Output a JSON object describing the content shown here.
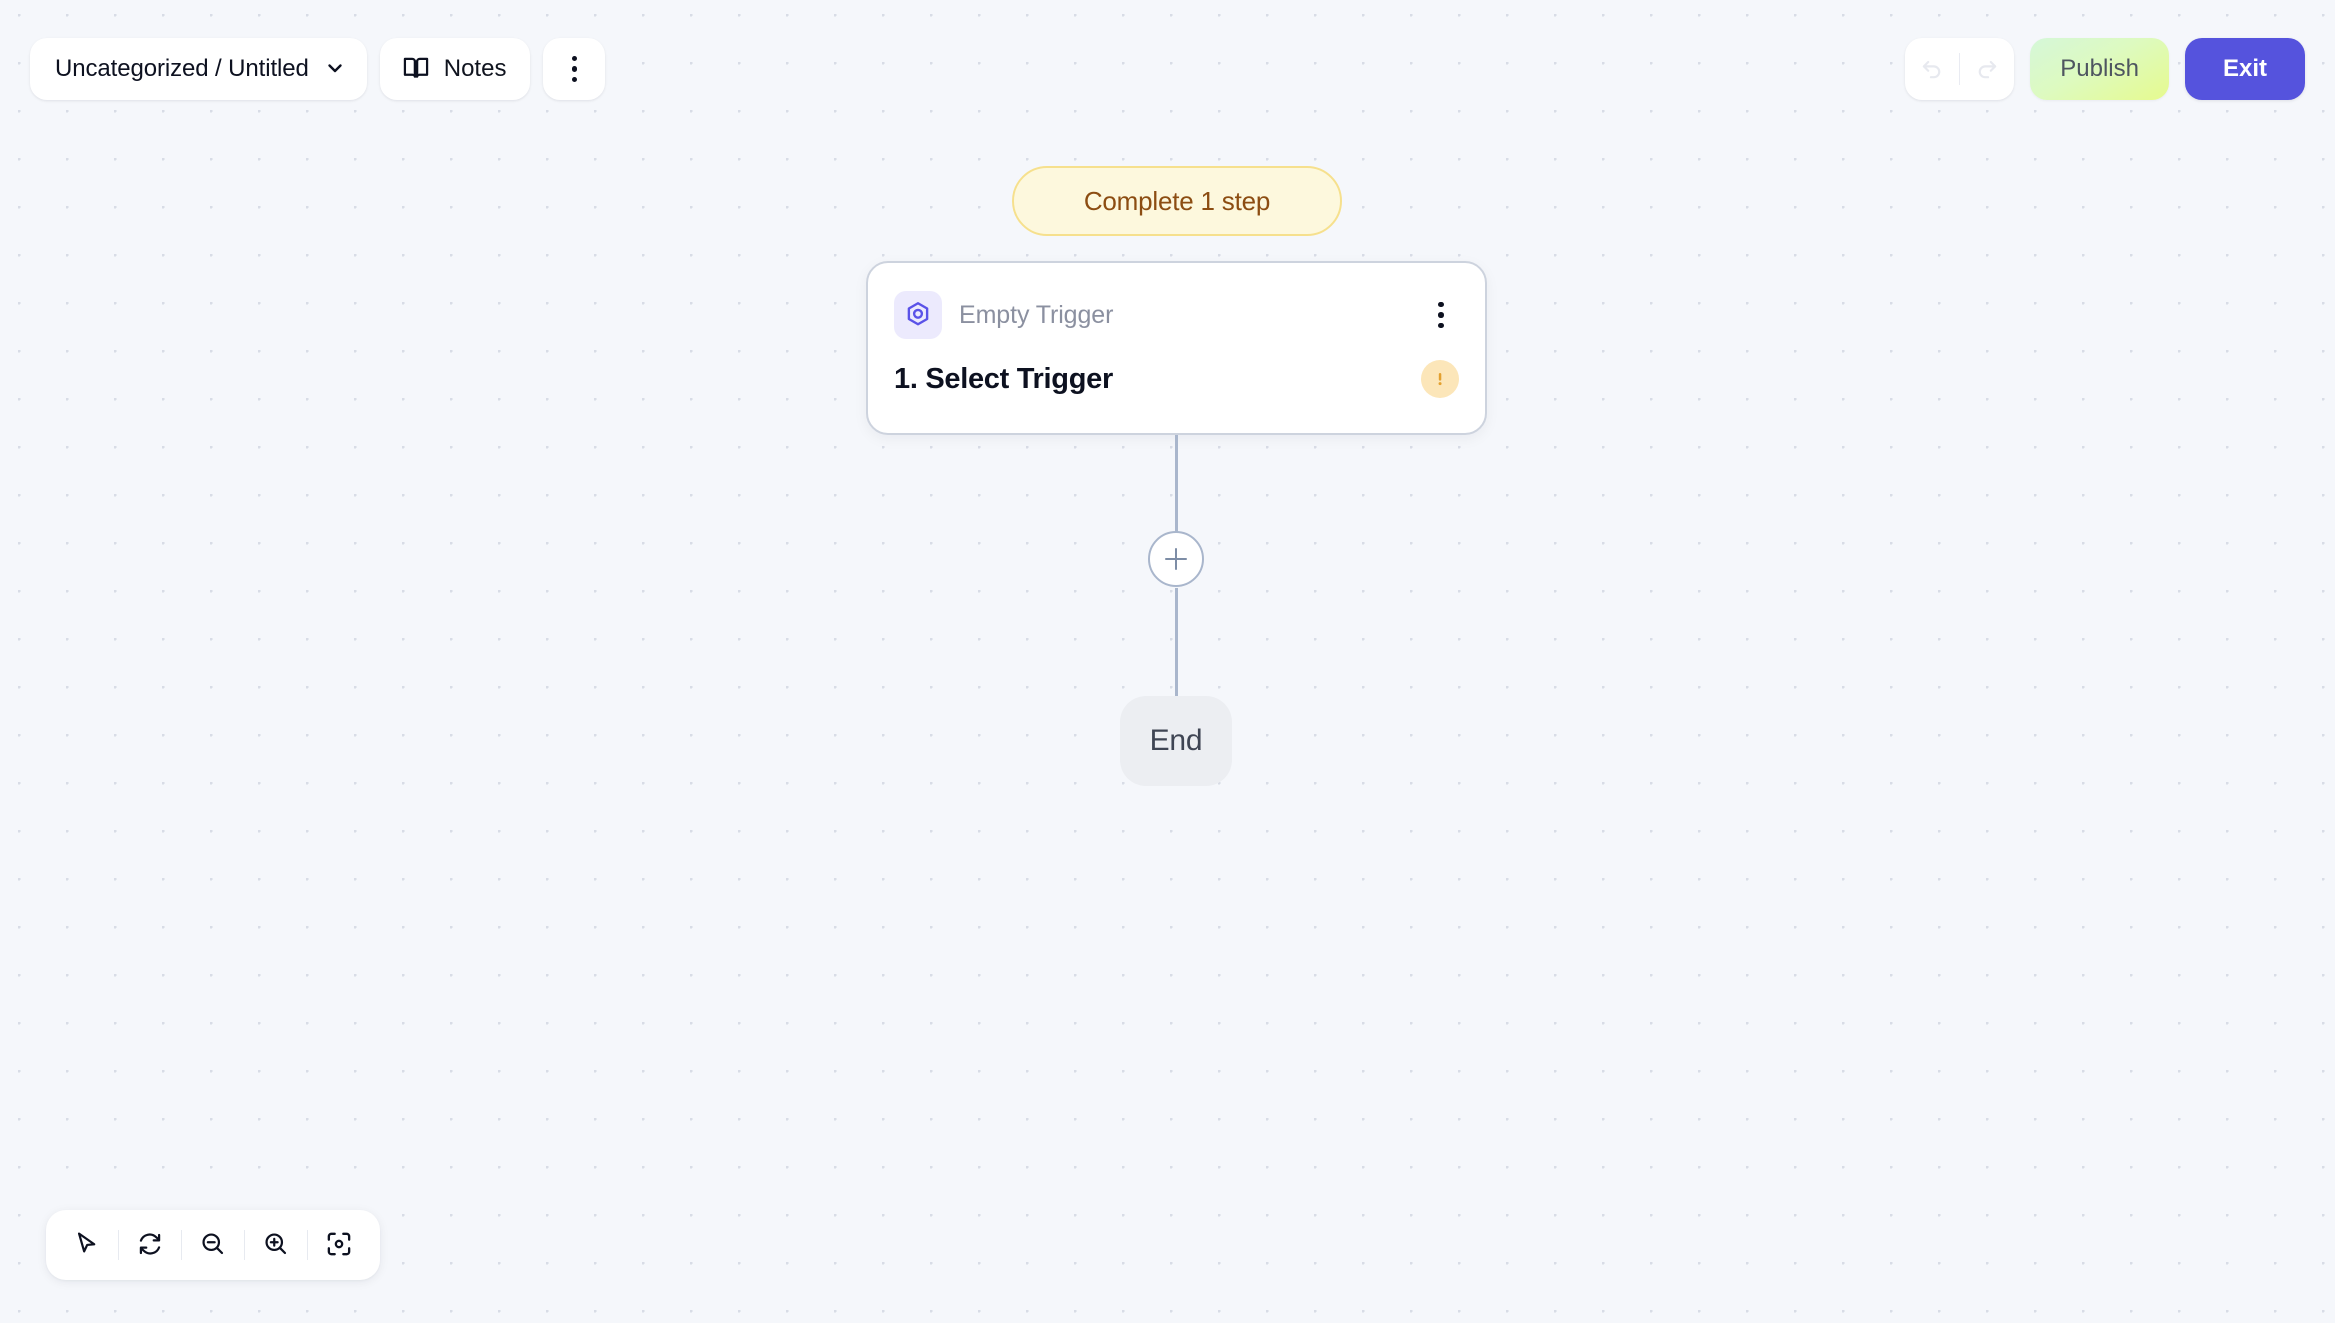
{
  "header": {
    "breadcrumb": {
      "label": "Uncategorized / Untitled",
      "chevron_icon": "chevron-down-icon"
    },
    "notes": {
      "label": "Notes",
      "icon": "book-icon"
    },
    "more_menu": {
      "icon": "kebab-menu-icon"
    },
    "history": {
      "undo_icon": "undo-arrow-icon",
      "redo_icon": "redo-arrow-icon",
      "undo_enabled": false,
      "redo_enabled": false
    },
    "publish_label": "Publish",
    "exit_label": "Exit"
  },
  "flow": {
    "status_pill": {
      "label": "Complete 1 step",
      "text_color": "#8c4d12",
      "bg_color": "#fdf8dd",
      "border_color": "#f6e08d"
    },
    "trigger_node": {
      "subtitle": "Empty Trigger",
      "title": "1. Select Trigger",
      "icon": "hexagon-target-icon",
      "icon_color": "#5a52e8",
      "icon_bg": "#eceafd",
      "menu_icon": "kebab-menu-icon",
      "warning_icon": "warning-exclamation-icon",
      "warning_bg": "#fce6b9",
      "warning_color": "#e0a33a"
    },
    "add_step_button": {
      "icon": "plus-icon",
      "label": ""
    },
    "end_node": {
      "label": "End"
    },
    "edge_color": "#a9b6cc"
  },
  "toolbar": {
    "items": [
      {
        "name": "select-tool",
        "icon": "cursor-pointer-icon"
      },
      {
        "name": "reset-view",
        "icon": "refresh-icon"
      },
      {
        "name": "zoom-out",
        "icon": "zoom-out-icon"
      },
      {
        "name": "zoom-in",
        "icon": "zoom-in-icon"
      },
      {
        "name": "fit-view",
        "icon": "focus-frame-icon"
      }
    ]
  },
  "canvas": {
    "background_color": "#f5f7fb",
    "dot_color": "#d8dce6"
  }
}
